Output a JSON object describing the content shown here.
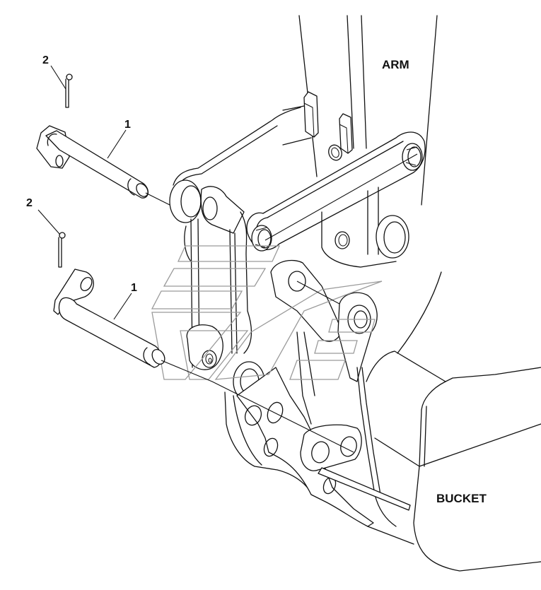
{
  "diagram": {
    "type": "exploded-parts-view",
    "labels": {
      "arm": "ARM",
      "bucket": "BUCKET"
    },
    "callouts": [
      {
        "number": "2",
        "part": "cotter-pin"
      },
      {
        "number": "1",
        "part": "pin"
      },
      {
        "number": "2",
        "part": "cotter-pin"
      },
      {
        "number": "1",
        "part": "pin"
      }
    ],
    "watermark": "logo",
    "colors": {
      "line": "#111111",
      "watermark": "#9a9a9a",
      "background": "#ffffff"
    }
  }
}
